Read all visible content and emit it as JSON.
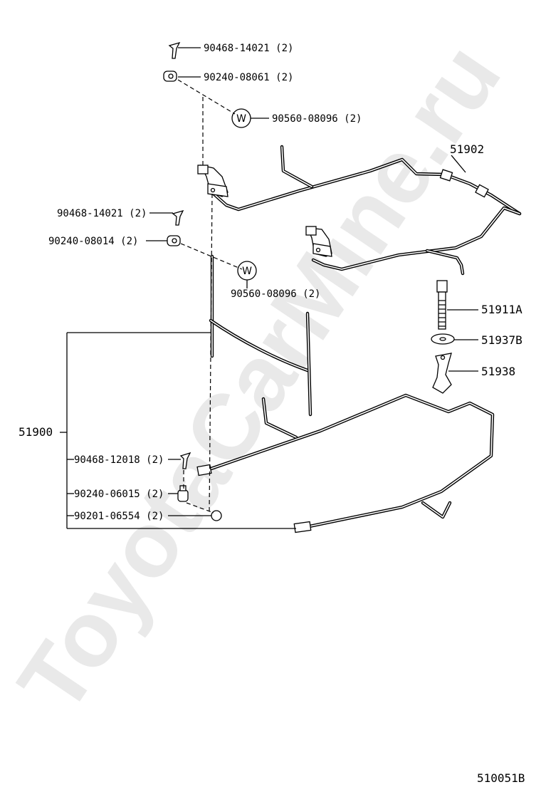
{
  "watermark": "ToyotaCarMine.ru",
  "diagram_code": "510051B",
  "callouts": {
    "c1": "90468-14021 (2)",
    "c2": "90240-08061 (2)",
    "c3": "90560-08096 (2)",
    "c4": "51902",
    "c5": "90468-14021 (2)",
    "c6": "90240-08014 (2)",
    "c7": "90560-08096 (2)",
    "c8": "51911A",
    "c9": "51937B",
    "c10": "51938",
    "c11": "51900",
    "c12": "90468-12018 (2)",
    "c13": "90240-06015 (2)",
    "c14": "90201-06554 (2)"
  },
  "washer_symbol": "W"
}
